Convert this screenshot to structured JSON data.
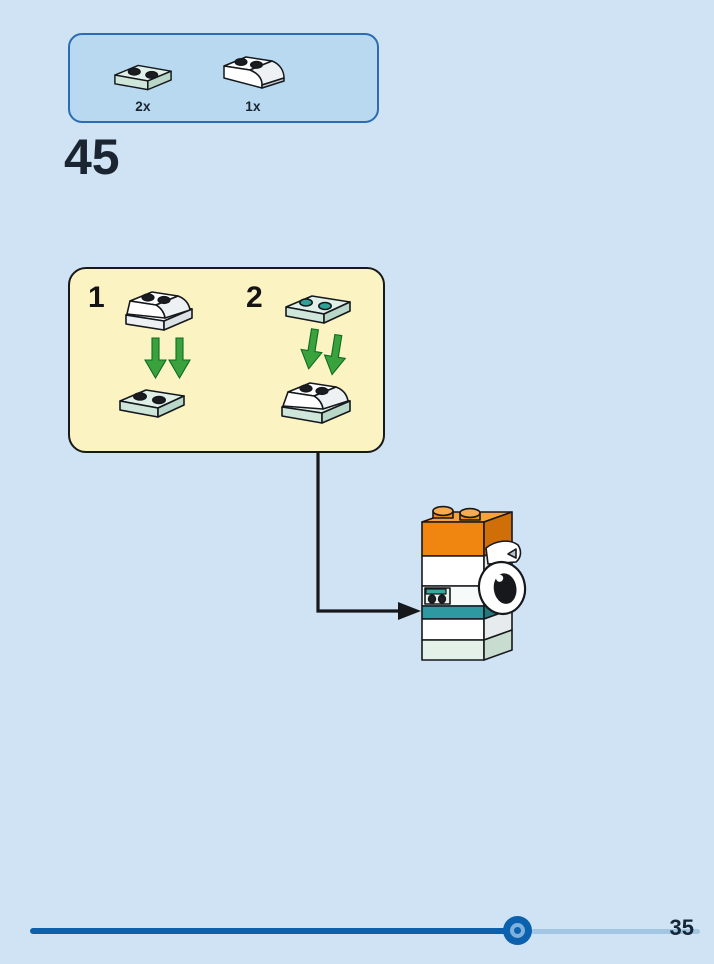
{
  "page": {
    "step_number": "45",
    "page_number": "35",
    "background_color": "#cfe3f4"
  },
  "parts_box": {
    "items": [
      {
        "count": "2x",
        "part_name": "plate-1x2-light-aqua"
      },
      {
        "count": "1x",
        "part_name": "slope-curved-2x2-white"
      }
    ]
  },
  "substeps": {
    "steps": [
      {
        "label": "1"
      },
      {
        "label": "2"
      }
    ]
  },
  "progress": {
    "filled_color": "#0b61ad",
    "track_color": "#a3c6e3"
  },
  "colors": {
    "arrow_green": "#3aa23d",
    "brick_orange": "#f0850f",
    "brick_teal": "#2e99a0",
    "brick_aqua": "#e0f0e8",
    "parts_box_fill": "#b9d9f0",
    "parts_box_border": "#2b6cb3",
    "substeps_box_fill": "#fcf3c3"
  }
}
